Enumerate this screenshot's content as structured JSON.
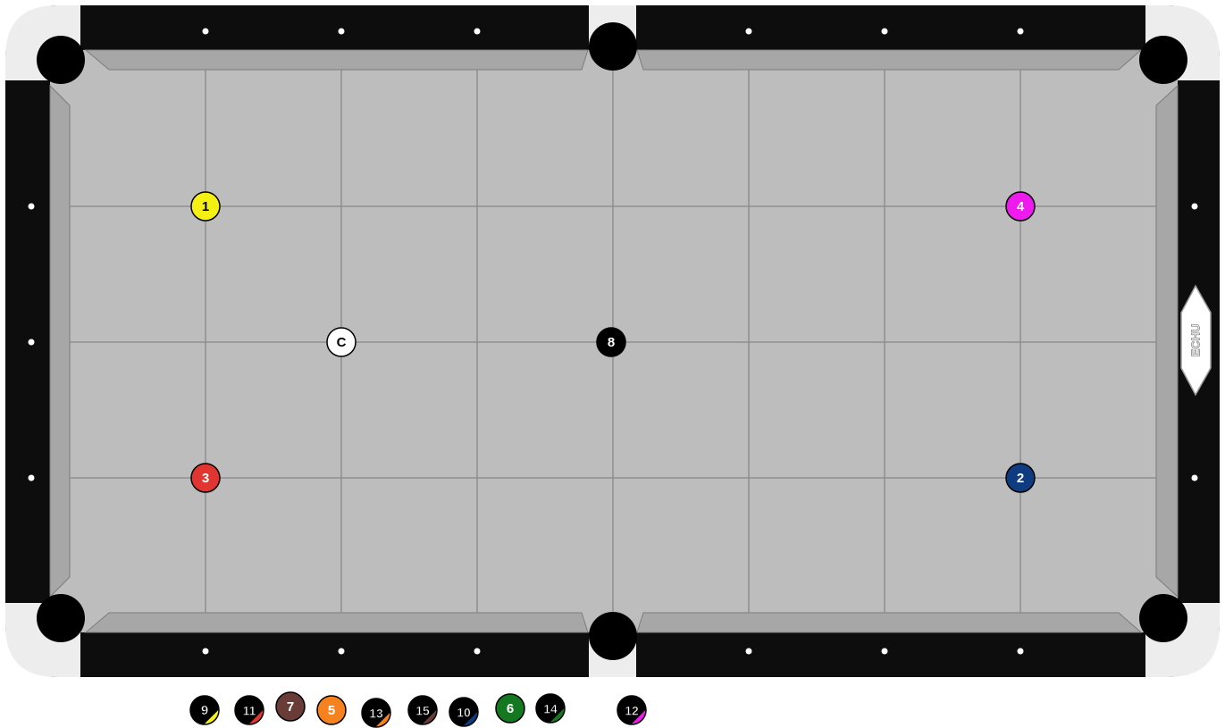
{
  "table": {
    "logo_text": "ECHU",
    "colors": {
      "rail": "#0d0d0d",
      "corner_trim": "#ededed",
      "felt": "#bdbdbd",
      "cushion": "#a7a7a7",
      "grid_line": "#8f8f8f",
      "pocket": "#000000",
      "diamond": "#ffffff"
    }
  },
  "balls_on_table": [
    {
      "label": "1",
      "color": "#f5f014",
      "text_color": "#000000",
      "stripe": false
    },
    {
      "label": "4",
      "color": "#ee1aee",
      "text_color": "#ffffff",
      "stripe": false
    },
    {
      "label": "C",
      "color": "#ffffff",
      "text_color": "#000000",
      "stripe": false
    },
    {
      "label": "8",
      "color": "#000000",
      "text_color": "#ffffff",
      "stripe": false
    },
    {
      "label": "3",
      "color": "#e03530",
      "text_color": "#ffffff",
      "stripe": false
    },
    {
      "label": "2",
      "color": "#0f3c80",
      "text_color": "#ffffff",
      "stripe": false
    }
  ],
  "pocketed_balls": [
    {
      "label": "9",
      "color": "#f5f014",
      "stripe": true
    },
    {
      "label": "11",
      "color": "#e03530",
      "stripe": true
    },
    {
      "label": "7",
      "color": "#6a3c38",
      "stripe": false
    },
    {
      "label": "5",
      "color": "#f5821f",
      "stripe": false
    },
    {
      "label": "13",
      "color": "#f5821f",
      "stripe": true
    },
    {
      "label": "15",
      "color": "#6a3c38",
      "stripe": true
    },
    {
      "label": "10",
      "color": "#0f3c80",
      "stripe": true
    },
    {
      "label": "6",
      "color": "#13781f",
      "stripe": false
    },
    {
      "label": "14",
      "color": "#13781f",
      "stripe": true
    },
    {
      "label": "12",
      "color": "#ee1aee",
      "stripe": true
    }
  ]
}
